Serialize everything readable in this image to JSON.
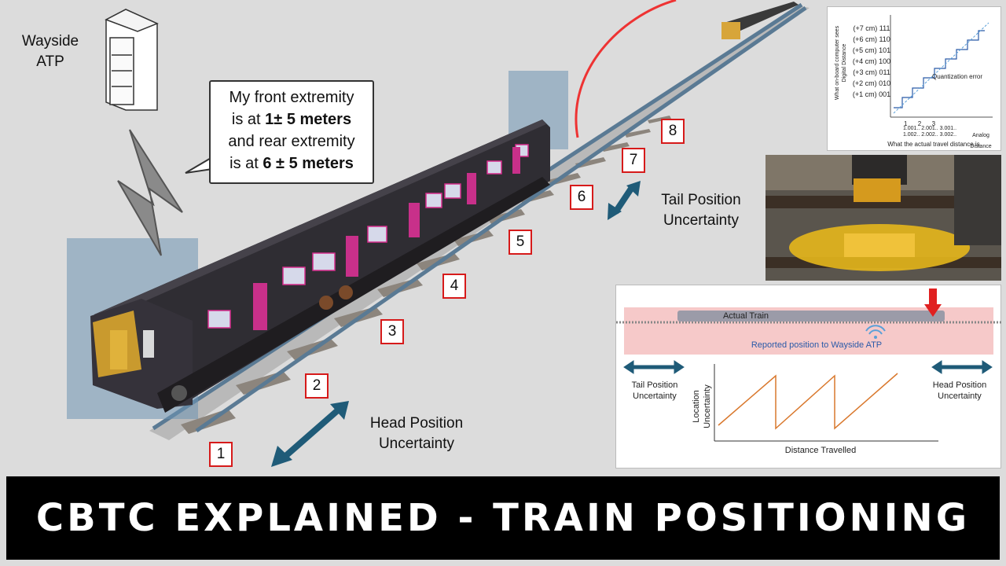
{
  "wayside_label": "Wayside\nATP",
  "callout": {
    "line1": "My front extremity",
    "line2_pre": "is at ",
    "line2_bold": "1± 5 meters",
    "line3": "and rear extremity",
    "line4_pre": "is at ",
    "line4_bold": "6 ± 5 meters"
  },
  "markers": [
    "1",
    "2",
    "3",
    "4",
    "5",
    "6",
    "7",
    "8"
  ],
  "head_label": "Head Position\nUncertainty",
  "tail_label": "Tail Position\nUncertainty",
  "quant_chart": {
    "y_ticks": [
      "(+7 cm)  111",
      "(+6 cm)  110",
      "(+5 cm)  101",
      "(+4 cm)  100",
      "(+3 cm)  011",
      "(+2 cm)  010",
      "(+1 cm)  001"
    ],
    "y_label": "What on-board computer sees\nDigital Distance",
    "x_ticks": [
      "1",
      "2",
      "3"
    ],
    "x_sub": [
      "1.001..  2.001..  3.001..",
      "1.002..  2.002..  3.002.."
    ],
    "x_label": "Analog Distance",
    "x_caption": "What the actual travel distance is",
    "error_label": "Quantization error"
  },
  "diagram": {
    "train_label": "Actual Train",
    "reported_label": "Reported position to Wayside ATP",
    "tail_label": "Tail Position\nUncertainty",
    "head_label": "Head Position\nUncertainty",
    "y_axis": "Location\nUncertainty",
    "x_axis": "Distance Travelled"
  },
  "title": "CBTC EXPLAINED - TRAIN POSITIONING",
  "colors": {
    "marker_border": "#d61a1a",
    "arrow": "#1f5b78",
    "sawtooth": "#d9782d",
    "reported_band": "#f6c9c9"
  }
}
